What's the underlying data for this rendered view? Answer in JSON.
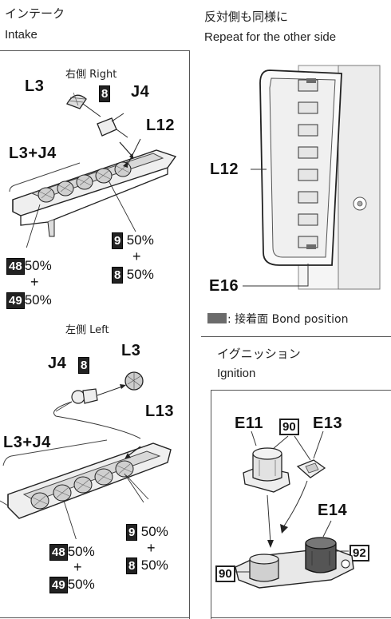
{
  "intake": {
    "title_jp": "インテーク",
    "title_en": "Intake",
    "right": {
      "side_label": "右側 Right",
      "part_l3": "L3",
      "badge_8": "8",
      "part_j4": "J4",
      "part_l12": "L12",
      "combo": "L3+J4",
      "mix_a_badge": "9",
      "mix_a_pct": "50%",
      "plus": "+",
      "mix_b_badge": "8",
      "mix_b_pct": "50%",
      "mix_c_badge": "48",
      "mix_c_pct": "50%",
      "plus2": "+",
      "mix_d_badge": "49",
      "mix_d_pct": "50%"
    },
    "left": {
      "side_label": "左側 Left",
      "part_j4": "J4",
      "badge_8": "8",
      "part_l3": "L3",
      "part_l13": "L13",
      "combo": "L3+J4",
      "mix_a_badge": "9",
      "mix_a_pct": "50%",
      "plus": "+",
      "mix_b_badge": "8",
      "mix_b_pct": "50%",
      "mix_c_badge": "48",
      "mix_c_pct": "50%",
      "plus2": "+",
      "mix_d_badge": "49",
      "mix_d_pct": "50%"
    }
  },
  "repeat": {
    "title_jp": "反対側も同様に",
    "title_en": "Repeat for the other side",
    "part_l12": "L12",
    "part_e16": "E16",
    "bond_text": ": 接着面  Bond position"
  },
  "ignition": {
    "title_jp": "イグニッション",
    "title_en": "Ignition",
    "part_e11": "E11",
    "badge_90a": "90",
    "part_e13": "E13",
    "part_e14": "E14",
    "badge_92": "92",
    "badge_90b": "90"
  },
  "colors": {
    "ink": "#111111",
    "line": "#555555",
    "paper": "#ffffff",
    "bond": "#6b6b6b"
  }
}
